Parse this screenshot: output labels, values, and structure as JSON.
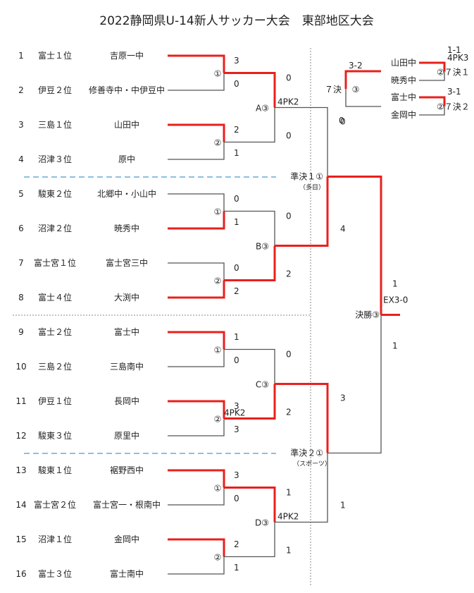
{
  "title": "2022静岡県U-14新人サッカー大会　東部地区大会",
  "colors": {
    "win": "#e8201c",
    "lose": "#555555",
    "dashed": "#6aaad8",
    "dotted": "#888888"
  },
  "teams": [
    {
      "num": "1",
      "seed": "富士１位",
      "name": "吉原一中"
    },
    {
      "num": "2",
      "seed": "伊豆２位",
      "name": "修善寺中・中伊豆中"
    },
    {
      "num": "3",
      "seed": "三島１位",
      "name": "山田中"
    },
    {
      "num": "4",
      "seed": "沼津３位",
      "name": "原中"
    },
    {
      "num": "5",
      "seed": "駿東２位",
      "name": "北郷中・小山中"
    },
    {
      "num": "6",
      "seed": "沼津２位",
      "name": "暁秀中"
    },
    {
      "num": "7",
      "seed": "富士宮１位",
      "name": "富士宮三中"
    },
    {
      "num": "8",
      "seed": "富士４位",
      "name": "大渕中"
    },
    {
      "num": "9",
      "seed": "富士２位",
      "name": "富士中"
    },
    {
      "num": "10",
      "seed": "三島２位",
      "name": "三島南中"
    },
    {
      "num": "11",
      "seed": "伊豆１位",
      "name": "長岡中"
    },
    {
      "num": "12",
      "seed": "駿東３位",
      "name": "原里中"
    },
    {
      "num": "13",
      "seed": "駿東１位",
      "name": "裾野西中"
    },
    {
      "num": "14",
      "seed": "富士宮２位",
      "name": "富士宮一・根南中"
    },
    {
      "num": "15",
      "seed": "沼津１位",
      "name": "金岡中"
    },
    {
      "num": "16",
      "seed": "富士３位",
      "name": "富士南中"
    }
  ],
  "round1": [
    {
      "label": "①",
      "top_score": "3",
      "bottom_score": "0",
      "winner": "top"
    },
    {
      "label": "②",
      "top_score": "2",
      "bottom_score": "1",
      "winner": "top"
    },
    {
      "label": "①",
      "top_score": "0",
      "bottom_score": "1",
      "winner": "bottom"
    },
    {
      "label": "②",
      "top_score": "0",
      "bottom_score": "2",
      "winner": "bottom"
    },
    {
      "label": "①",
      "top_score": "1",
      "bottom_score": "0",
      "winner": "top"
    },
    {
      "label": "②",
      "top_score": "3",
      "bottom_score": "3",
      "pk": "4PK2",
      "winner": "top"
    },
    {
      "label": "①",
      "top_score": "3",
      "bottom_score": "0",
      "winner": "top"
    },
    {
      "label": "②",
      "top_score": "2",
      "bottom_score": "1",
      "winner": "top"
    }
  ],
  "round2": [
    {
      "label": "A③",
      "top_score": "0",
      "bottom_score": "0",
      "pk": "4PK2",
      "winner": "top"
    },
    {
      "label": "B③",
      "top_score": "0",
      "bottom_score": "2",
      "winner": "bottom"
    },
    {
      "label": "C③",
      "top_score": "0",
      "bottom_score": "2",
      "winner": "bottom"
    },
    {
      "label": "D③",
      "top_score": "1",
      "bottom_score": "1",
      "pk": "4PK2",
      "winner": "top"
    }
  ],
  "semis": [
    {
      "label": "準決１①",
      "venue": "（多目）",
      "top_score": "0",
      "bottom_score": "4",
      "winner": "bottom"
    },
    {
      "label": "準決２①",
      "venue": "（スポーツ）",
      "top_score": "3",
      "bottom_score": "1",
      "winner": "top"
    }
  ],
  "final": {
    "label": "決勝③",
    "top_score": "1",
    "bottom_score": "1",
    "result": "EX3-0",
    "winner": "top"
  },
  "placement": {
    "label": "７決",
    "circle": "③",
    "top_score": "3-2",
    "bottom_score": "0",
    "matches": [
      {
        "top": "山田中",
        "bottom": "暁秀中",
        "label": "②７決１",
        "score": "1-1",
        "pk": "4PK3",
        "winner": "top"
      },
      {
        "top": "富士中",
        "bottom": "金岡中",
        "label": "②７決２",
        "score": "3-1",
        "winner": "top"
      }
    ]
  }
}
